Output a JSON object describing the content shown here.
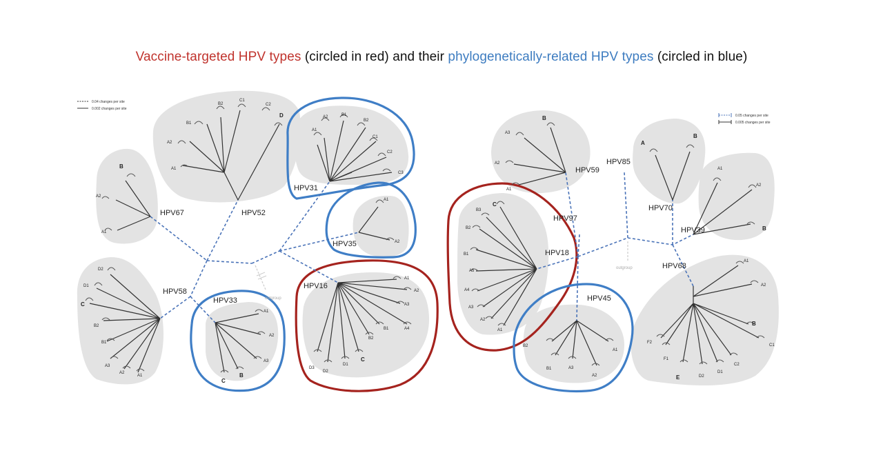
{
  "title": {
    "part1": "Vaccine-targeted HPV types",
    "part2": " (circled in red) and their ",
    "part3": "phylogenetically-related HPV types",
    "part4": " (circled in blue)"
  },
  "colors": {
    "red_ring": "#a5231e",
    "blue_ring": "#3f7ec6",
    "blob": "#e3e3e3",
    "dashed_branch": "#4a73b8"
  },
  "left_tree": {
    "legend": {
      "dashed": "0.04 changes per site",
      "solid": "0.002 changes per site"
    },
    "outgroup": "outgroup",
    "types": {
      "hpv67": {
        "name": "HPV67",
        "lineages": [
          "B",
          "A2",
          "A1"
        ]
      },
      "hpv52": {
        "name": "HPV52",
        "lineages": [
          "B2",
          "C1",
          "C2",
          "D",
          "B1",
          "A2",
          "A1"
        ]
      },
      "hpv31": {
        "name": "HPV31",
        "lineages": [
          "A2",
          "B1",
          "B2",
          "A1",
          "C1",
          "C2",
          "C3"
        ]
      },
      "hpv35": {
        "name": "HPV35",
        "lineages": [
          "A1",
          "A2"
        ]
      },
      "hpv58": {
        "name": "HPV58",
        "lineages": [
          "D2",
          "D1",
          "C",
          "B2",
          "B1",
          "A3",
          "A2",
          "A1"
        ]
      },
      "hpv33": {
        "name": "HPV33",
        "lineages": [
          "A1",
          "A2",
          "A3",
          "B",
          "C"
        ]
      },
      "hpv16": {
        "name": "HPV16",
        "lineages": [
          "A1",
          "A2",
          "A3",
          "B1",
          "A4",
          "B2",
          "D3",
          "D2",
          "D1",
          "C"
        ]
      }
    }
  },
  "right_tree": {
    "legend": {
      "dashed": "0.05 changes per site",
      "solid": "0.005 changes per site"
    },
    "outgroup": "outgroup",
    "types": {
      "hpv59": {
        "name": "HPV59",
        "lineages": [
          "B",
          "A3",
          "A2",
          "A1"
        ]
      },
      "hpv85": {
        "name": "HPV85"
      },
      "hpv70": {
        "name": "HPV70",
        "lineages": [
          "A",
          "B"
        ]
      },
      "hpv39": {
        "name": "HPV39",
        "lineages": [
          "A1",
          "A2",
          "B"
        ]
      },
      "hpv97": {
        "name": "HPV97"
      },
      "hpv18": {
        "name": "HPV18",
        "lineages": [
          "B3",
          "C",
          "B2",
          "B1",
          "A5",
          "A4",
          "A3",
          "A2",
          "A1"
        ]
      },
      "hpv68": {
        "name": "HPV68",
        "lineages": [
          "A1",
          "A2",
          "B",
          "C1",
          "C2",
          "D1",
          "D2",
          "E",
          "F1",
          "F2"
        ]
      },
      "hpv45": {
        "name": "HPV45",
        "lineages": [
          "B2",
          "B1",
          "A3",
          "A2",
          "A1"
        ]
      }
    }
  }
}
